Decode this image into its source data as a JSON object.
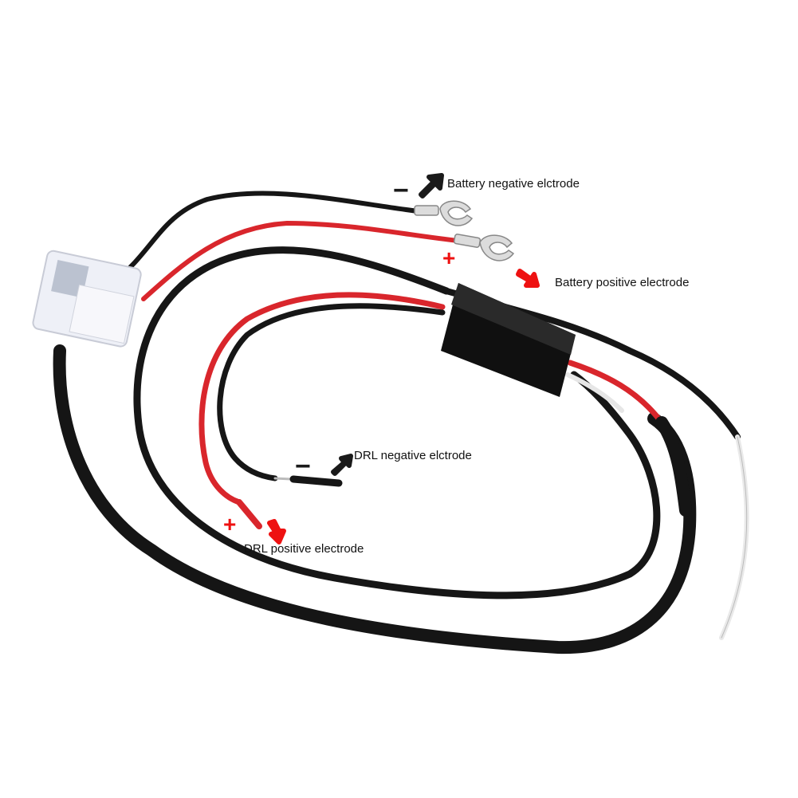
{
  "labels": {
    "battery_negative": "Battery negative elctrode",
    "battery_positive": "Battery positive electrode",
    "drl_negative": "DRL negative elctrode",
    "drl_positive": "DRL positive electrode"
  },
  "signs": {
    "minus": "−",
    "plus": "+"
  },
  "colors": {
    "negative_arrow": "#1a1a1a",
    "positive_arrow": "#ee1111",
    "red_wire": "#d9262c",
    "black_wire": "#161616"
  }
}
